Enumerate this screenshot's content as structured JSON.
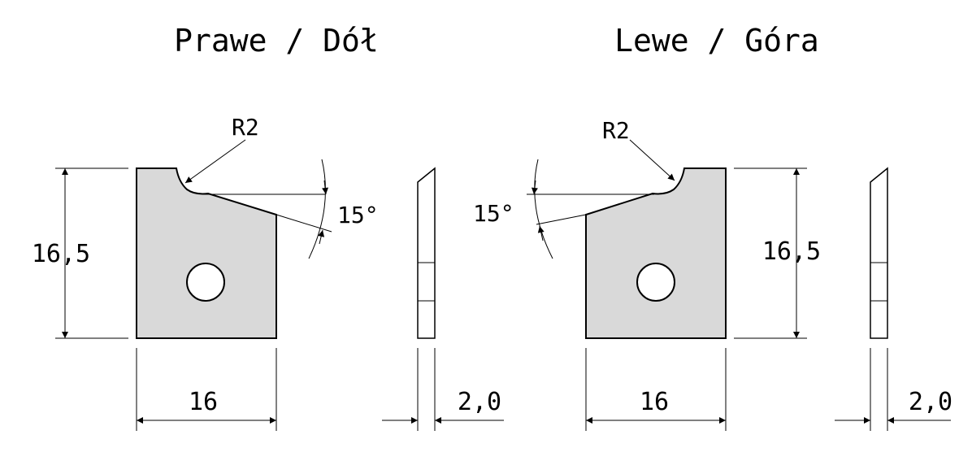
{
  "views": [
    {
      "title": "Prawe / Dół",
      "height_dim": "16,5",
      "width_dim": "16",
      "thickness_dim": "2,0",
      "radius_label": "R2",
      "angle_label": "15°"
    },
    {
      "title": "Lewe / Góra",
      "height_dim": "16,5",
      "width_dim": "16",
      "thickness_dim": "2,0",
      "radius_label": "R2",
      "angle_label": "15°"
    }
  ],
  "colors": {
    "part_fill": "#d9d9d9",
    "line": "#000000",
    "background": "#ffffff"
  }
}
